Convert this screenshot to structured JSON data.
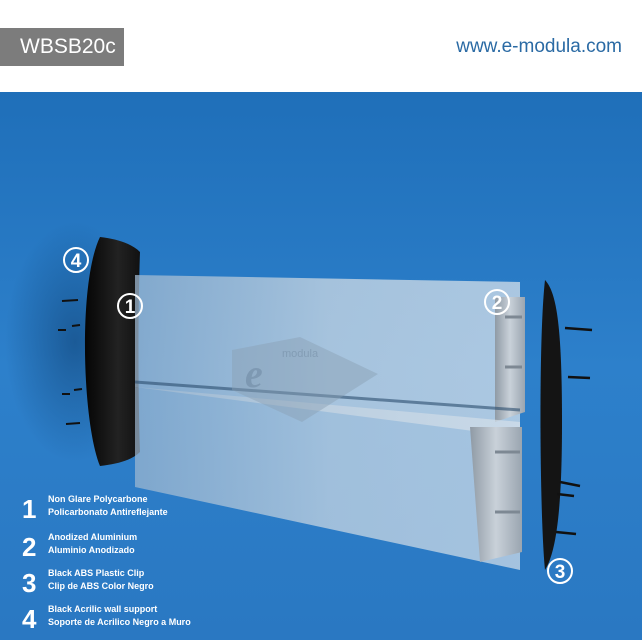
{
  "header": {
    "product_code": "WBSB20c",
    "website": "www.e-modula.com"
  },
  "watermark": {
    "brand_mark": "e",
    "brand_word": "modula"
  },
  "callouts": [
    {
      "number": "1"
    },
    {
      "number": "2"
    },
    {
      "number": "3"
    },
    {
      "number": "4"
    }
  ],
  "legend": [
    {
      "number": "1",
      "line1": "Non Glare Polycarbone",
      "line2": "Policarbonato Antireflejante"
    },
    {
      "number": "2",
      "line1": "Anodized Aluminium",
      "line2": "Aluminio Anodizado"
    },
    {
      "number": "3",
      "line1": "Black ABS Plastic Clip",
      "line2": "Clip de ABS Color Negro"
    },
    {
      "number": "4",
      "line1": "Black Acrilic wall support",
      "line2": "Soporte de Acrilico Negro a Muro"
    }
  ],
  "colors": {
    "background_blue": "#2a7ac6",
    "badge_gray": "#7c7c7c",
    "url_blue": "#2a6aa4",
    "support_black": "#151515",
    "aluminium": "#b8c2cc",
    "polycarbonate": "#c7d6e3"
  }
}
